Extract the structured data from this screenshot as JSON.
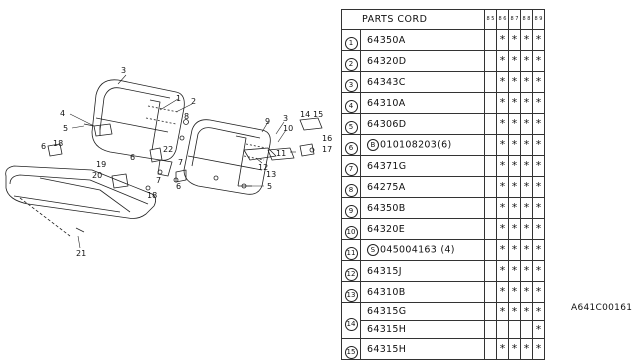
{
  "table": {
    "title": "PARTS CORD",
    "col_headers": [
      "8 5",
      "8 6",
      "8 7",
      "8 8",
      "8 9"
    ],
    "rows": [
      {
        "no": "1",
        "prefix": "",
        "code": "64350A",
        "marks": [
          "",
          "*",
          "*",
          "*",
          "*"
        ]
      },
      {
        "no": "2",
        "prefix": "",
        "code": "64320D",
        "marks": [
          "",
          "*",
          "*",
          "*",
          "*"
        ]
      },
      {
        "no": "3",
        "prefix": "",
        "code": "64343C",
        "marks": [
          "",
          "*",
          "*",
          "*",
          "*"
        ]
      },
      {
        "no": "4",
        "prefix": "",
        "code": "64310A",
        "marks": [
          "",
          "*",
          "*",
          "*",
          "*"
        ]
      },
      {
        "no": "5",
        "prefix": "",
        "code": "64306D",
        "marks": [
          "",
          "*",
          "*",
          "*",
          "*"
        ]
      },
      {
        "no": "6",
        "prefix": "B",
        "code": "010108203(6)",
        "marks": [
          "",
          "*",
          "*",
          "*",
          "*"
        ]
      },
      {
        "no": "7",
        "prefix": "",
        "code": "64371G",
        "marks": [
          "",
          "*",
          "*",
          "*",
          "*"
        ]
      },
      {
        "no": "8",
        "prefix": "",
        "code": "64275A",
        "marks": [
          "",
          "*",
          "*",
          "*",
          "*"
        ]
      },
      {
        "no": "9",
        "prefix": "",
        "code": "64350B",
        "marks": [
          "",
          "*",
          "*",
          "*",
          "*"
        ]
      },
      {
        "no": "10",
        "prefix": "",
        "code": "64320E",
        "marks": [
          "",
          "*",
          "*",
          "*",
          "*"
        ]
      },
      {
        "no": "11",
        "prefix": "S",
        "code": "045004163 (4)",
        "marks": [
          "",
          "*",
          "*",
          "*",
          "*"
        ]
      },
      {
        "no": "12",
        "prefix": "",
        "code": "64315J",
        "marks": [
          "",
          "*",
          "*",
          "*",
          "*"
        ]
      },
      {
        "no": "13",
        "prefix": "",
        "code": "64310B",
        "marks": [
          "",
          "*",
          "*",
          "*",
          "*"
        ]
      },
      {
        "no": "14",
        "prefix": "",
        "code": "64315G",
        "marks": [
          "",
          "*",
          "*",
          "*",
          "*"
        ]
      },
      {
        "no": "",
        "prefix": "",
        "code": "64315H",
        "marks": [
          "",
          "",
          "",
          "",
          "*"
        ]
      },
      {
        "no": "15",
        "prefix": "",
        "code": "64315H",
        "marks": [
          "",
          "*",
          "*",
          "*",
          "*"
        ]
      }
    ]
  },
  "diagram": {
    "callouts": [
      "1",
      "2",
      "3",
      "4",
      "5",
      "6",
      "18",
      "19",
      "20",
      "21",
      "8",
      "22",
      "7",
      "9",
      "10",
      "3",
      "11",
      "12",
      "14",
      "15",
      "16",
      "17",
      "13",
      "5",
      "6",
      "7",
      "6",
      "18"
    ]
  },
  "footer": {
    "catalog_id": "A641C00161"
  }
}
